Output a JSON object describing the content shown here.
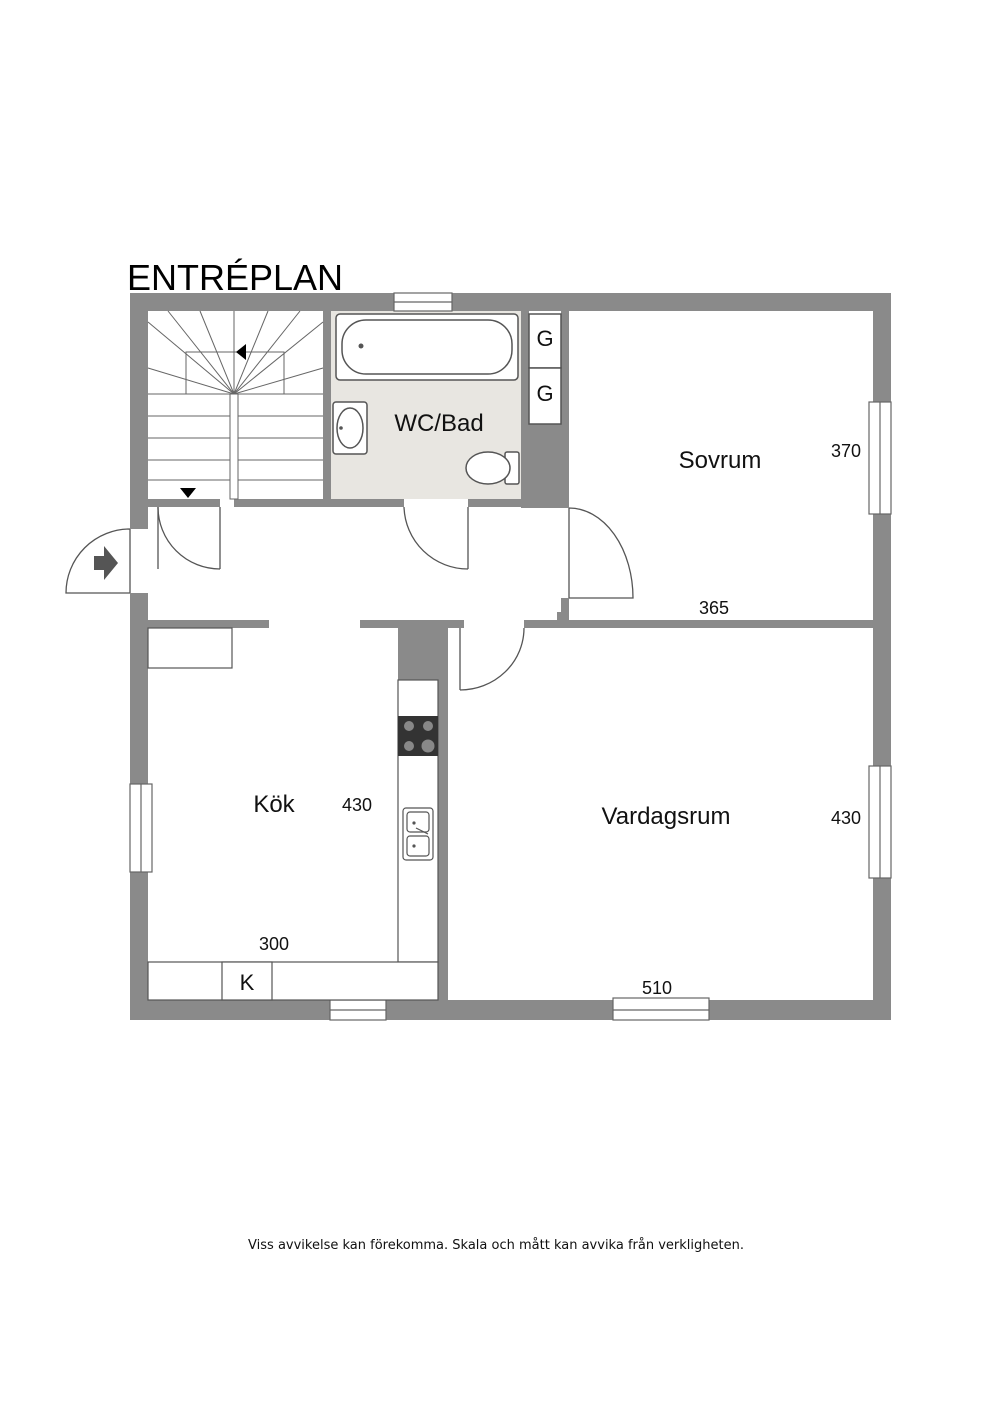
{
  "plan": {
    "title": "ENTRÉPLAN",
    "rooms": {
      "wc_bad": "WC/Bad",
      "sovrum": "Sovrum",
      "kok": "Kök",
      "vardagsrum": "Vardagsrum"
    },
    "dimensions": {
      "sovrum_height": "370",
      "sovrum_width": "365",
      "kok_height": "430",
      "kok_width": "300",
      "vardagsrum_height": "430",
      "vardagsrum_width": "510"
    },
    "fixtures": {
      "g_top": "G",
      "g_bottom": "G",
      "k_label": "K"
    },
    "colors": {
      "wall": "#8a8a8a",
      "bathroom_floor": "#e8e6e1",
      "line": "#555555"
    }
  },
  "footer": {
    "disclaimer": "Viss avvikelse kan förekomma. Skala och mått kan avvika från verkligheten."
  }
}
